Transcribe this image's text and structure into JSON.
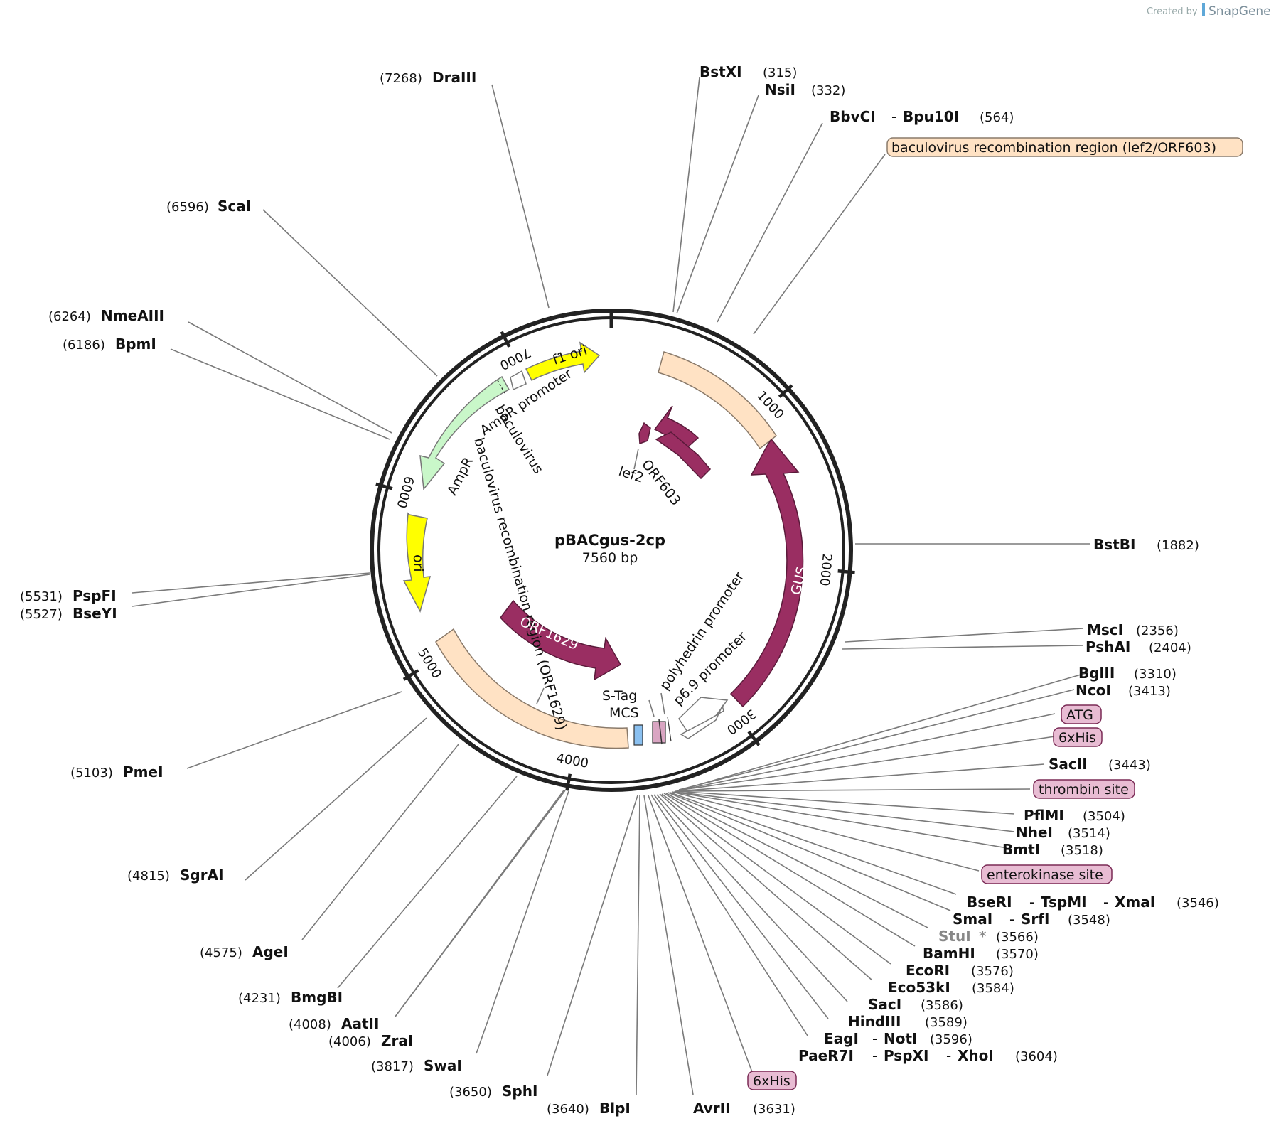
{
  "credit": {
    "prefix": "Created by",
    "brand": "SnapGene"
  },
  "plasmid": {
    "name": "pBACgus-2cp",
    "length": "7560 bp"
  },
  "ticks": [
    {
      "label": "1000",
      "bp": 1000
    },
    {
      "label": "2000",
      "bp": 2000
    },
    {
      "label": "3000",
      "bp": 3000
    },
    {
      "label": "4000",
      "bp": 4000
    },
    {
      "label": "5000",
      "bp": 5000
    },
    {
      "label": "6000",
      "bp": 6000
    },
    {
      "label": "7000",
      "bp": 7000
    }
  ],
  "features": {
    "f1_ori": "f1 ori",
    "ampr_promoter": "AmpR promoter",
    "ampr": "AmpR",
    "ori": "ori",
    "bv_region_right_top": "baculovirus",
    "bv_region_left": "baculovirus recombination region (ORF1629)",
    "orf603": "ORF603",
    "lef2": "lef2",
    "gus": "GUS",
    "orf1629": "ORF1629",
    "polyhedrin_promoter": "polyhedrin promoter",
    "p69_promoter": "p6.9 promoter",
    "stag": "S-Tag",
    "mcs": "MCS"
  },
  "feature_boxes": {
    "bv_region": "baculovirus recombination region (lef2/ORF603)",
    "atg": "ATG",
    "his_top": "6xHis",
    "thrombin": "thrombin site",
    "enterokinase": "enterokinase site",
    "his_bottom": "6xHis"
  },
  "sites": {
    "dralll": {
      "name": "DraIII",
      "pos": "(7268)"
    },
    "bstxi": {
      "name": "BstXI",
      "pos": "(315)"
    },
    "nsii": {
      "name": "NsiI",
      "pos": "(332)"
    },
    "bbvci": {
      "name": "BbvCI",
      "name2": "Bpu10I",
      "pos": "(564)"
    },
    "scai": {
      "name": "ScaI",
      "pos": "(6596)"
    },
    "nmeaiii": {
      "name": "NmeAIII",
      "pos": "(6264)"
    },
    "bpmi": {
      "name": "BpmI",
      "pos": "(6186)"
    },
    "bstbi": {
      "name": "BstBI",
      "pos": "(1882)"
    },
    "pspfi": {
      "name": "PspFI",
      "pos": "(5531)"
    },
    "bseyi": {
      "name": "BseYI",
      "pos": "(5527)"
    },
    "msci": {
      "name": "MscI",
      "pos": "(2356)"
    },
    "pshai": {
      "name": "PshAI",
      "pos": "(2404)"
    },
    "bglii": {
      "name": "BglII",
      "pos": "(3310)"
    },
    "ncoi": {
      "name": "NcoI",
      "pos": "(3413)"
    },
    "sacii": {
      "name": "SacII",
      "pos": "(3443)"
    },
    "pflmi": {
      "name": "PflMI",
      "pos": "(3504)"
    },
    "nhei": {
      "name": "NheI",
      "pos": "(3514)"
    },
    "bmti": {
      "name": "BmtI",
      "pos": "(3518)"
    },
    "pmei": {
      "name": "PmeI",
      "pos": "(5103)"
    },
    "bseri": {
      "name": "BseRI",
      "name2": "TspMI",
      "name3": "XmaI",
      "pos": "(3546)"
    },
    "smai": {
      "name": "SmaI",
      "name2": "SrfI",
      "pos": "(3548)"
    },
    "stui": {
      "name": "StuI",
      "star": "*",
      "pos": "(3566)"
    },
    "bamhi": {
      "name": "BamHI",
      "pos": "(3570)"
    },
    "ecori": {
      "name": "EcoRI",
      "pos": "(3576)"
    },
    "eco53ki": {
      "name": "Eco53kI",
      "pos": "(3584)"
    },
    "saci": {
      "name": "SacI",
      "pos": "(3586)"
    },
    "hindiii": {
      "name": "HindIII",
      "pos": "(3589)"
    },
    "eagi": {
      "name": "EagI",
      "name2": "NotI",
      "pos": "(3596)"
    },
    "paer7i": {
      "name": "PaeR7I",
      "name2": "PspXI",
      "name3": "XhoI",
      "pos": "(3604)"
    },
    "sgrai": {
      "name": "SgrAI",
      "pos": "(4815)"
    },
    "agei": {
      "name": "AgeI",
      "pos": "(4575)"
    },
    "bmgbi": {
      "name": "BmgBI",
      "pos": "(4231)"
    },
    "aatii": {
      "name": "AatII",
      "pos": "(4008)"
    },
    "zrai": {
      "name": "ZraI",
      "pos": "(4006)"
    },
    "swai": {
      "name": "SwaI",
      "pos": "(3817)"
    },
    "sphi": {
      "name": "SphI",
      "pos": "(3650)"
    },
    "blpi": {
      "name": "BlpI",
      "pos": "(3640)"
    },
    "avrii": {
      "name": "AvrII",
      "pos": "(3631)"
    }
  },
  "dash": "-",
  "colors": {
    "backbone": "#222222",
    "bv_region": "#ffe2c4",
    "gus": "#9a2e62",
    "orf": "#9a2e62",
    "f1_ori": "#ffff00",
    "ampr": "#c9f7c9",
    "box_fill": "#e8bcd3",
    "bv_box": "#ffe2c4"
  }
}
